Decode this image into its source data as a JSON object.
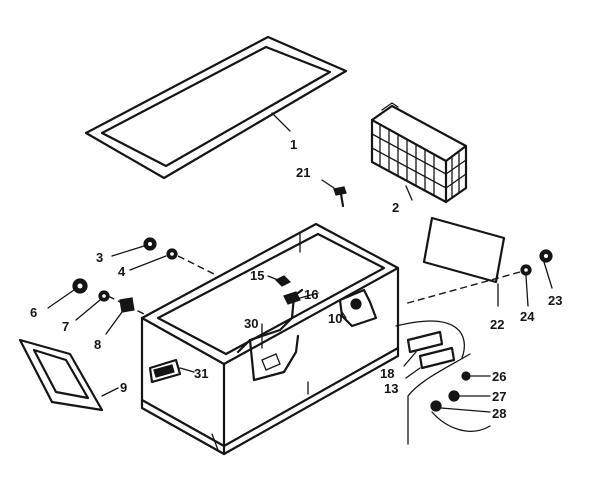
{
  "callouts": [
    {
      "id": "1",
      "text": "1"
    },
    {
      "id": "2",
      "text": "2"
    },
    {
      "id": "3",
      "text": "3"
    },
    {
      "id": "4",
      "text": "4"
    },
    {
      "id": "6",
      "text": "6"
    },
    {
      "id": "7",
      "text": "7"
    },
    {
      "id": "8",
      "text": "8"
    },
    {
      "id": "9",
      "text": "9"
    },
    {
      "id": "10",
      "text": "10"
    },
    {
      "id": "13",
      "text": "13"
    },
    {
      "id": "15",
      "text": "15"
    },
    {
      "id": "16",
      "text": "16"
    },
    {
      "id": "18",
      "text": "18"
    },
    {
      "id": "21",
      "text": "21"
    },
    {
      "id": "22",
      "text": "22"
    },
    {
      "id": "23",
      "text": "23"
    },
    {
      "id": "24",
      "text": "24"
    },
    {
      "id": "26",
      "text": "26"
    },
    {
      "id": "27",
      "text": "27"
    },
    {
      "id": "28",
      "text": "28"
    },
    {
      "id": "30",
      "text": "30"
    },
    {
      "id": "31",
      "text": "31"
    }
  ]
}
